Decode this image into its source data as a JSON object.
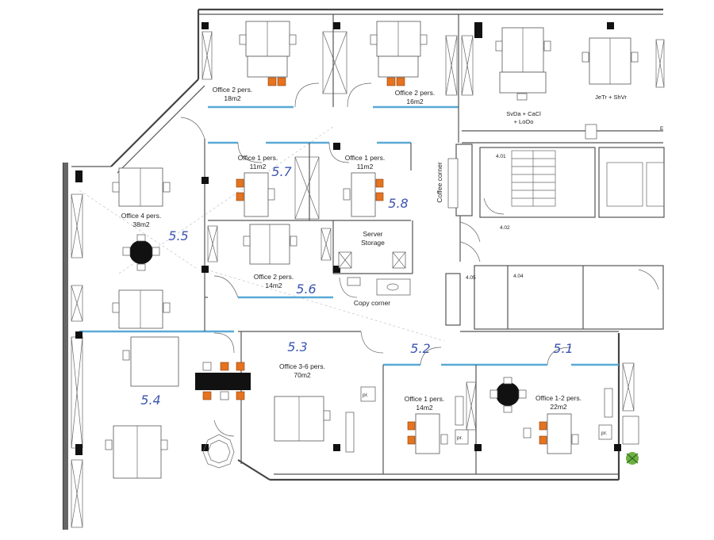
{
  "rooms": [
    {
      "id": "r1",
      "title": "Office 2 pers.",
      "area": "18m2"
    },
    {
      "id": "r2",
      "title": "Office 2 pers.",
      "area": "16m2"
    },
    {
      "id": "r3",
      "title": "SvDa + CaCl",
      "area": "+ LoOo"
    },
    {
      "id": "r4",
      "title": "JeTr + ShVr",
      "area": ""
    },
    {
      "id": "r5",
      "title": "Office 1 pers.",
      "area": "11m2"
    },
    {
      "id": "r6",
      "title": "Office 1 pers.",
      "area": "11m2"
    },
    {
      "id": "r7",
      "title": "Office 4 pers.",
      "area": "38m2"
    },
    {
      "id": "r8",
      "title": "Office 2 pers.",
      "area": "14m2"
    },
    {
      "id": "r9",
      "title": "Server",
      "area": "Storage"
    },
    {
      "id": "r10",
      "title": "Office 3-6 pers.",
      "area": "70m2"
    },
    {
      "id": "r11",
      "title": "Office 1 pers.",
      "area": "14m2"
    },
    {
      "id": "r12",
      "title": "Office 1-2 pers.",
      "area": "22m2"
    }
  ],
  "labels": {
    "coffee_corner": "Coffee corner",
    "copy_corner": "Copy corner",
    "room_401": "4.01",
    "room_402": "4.02",
    "room_404": "4.04",
    "room_405": "4.05",
    "pr": "pr.",
    "edge_letter": "E"
  },
  "handwritten": {
    "h51": "5.1",
    "h52": "5.2",
    "h53": "5.3",
    "h54": "5.4",
    "h55": "5.5",
    "h56": "5.6",
    "h57": "5.7",
    "h58": "5.8"
  },
  "colors": {
    "glass_wall": "#5aa9d6",
    "chair_orange": "#e5731f",
    "handwriting": "#3d56b0",
    "column": "#111111"
  }
}
